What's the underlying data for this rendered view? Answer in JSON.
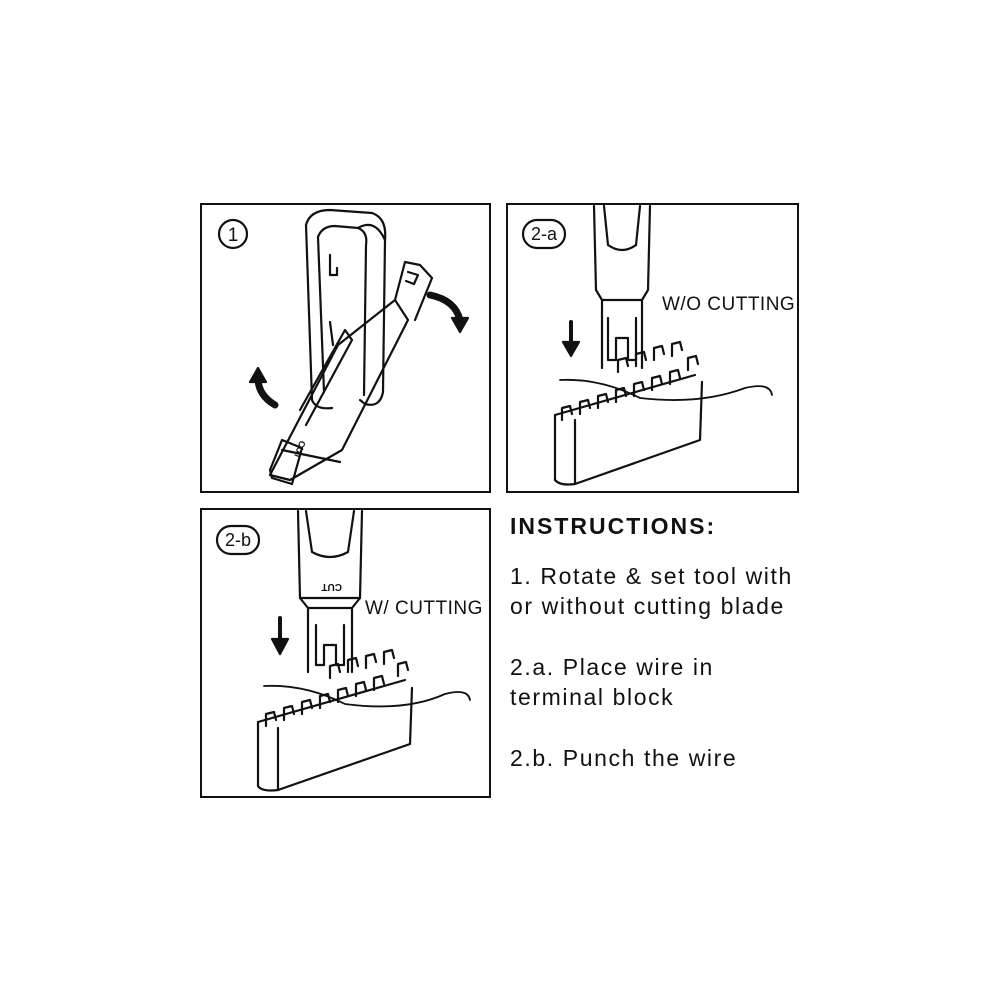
{
  "panels": [
    {
      "badge": "1"
    },
    {
      "badge": "2-a",
      "caption": "W/O CUTTING"
    },
    {
      "badge": "2-b",
      "caption": "W/ CUTTING"
    }
  ],
  "tool_marking": "CUT",
  "instructions": {
    "heading": "INSTRUCTIONS:",
    "steps": [
      {
        "line1": "1. Rotate & set tool with",
        "line2": "or without cutting blade"
      },
      {
        "line1": "2.a. Place wire in",
        "line2": "terminal block"
      },
      {
        "line1": "2.b. Punch the wire"
      }
    ]
  }
}
